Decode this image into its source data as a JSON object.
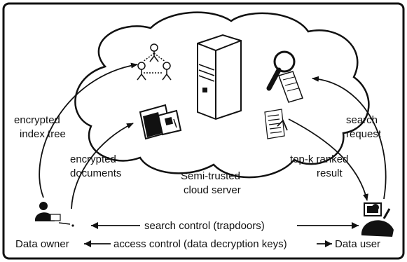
{
  "labels": {
    "encrypted_index_tree": [
      "encrypted",
      "index tree"
    ],
    "encrypted_documents": [
      "encrypted",
      "documents"
    ],
    "cloud_server": [
      "Semi-trusted",
      "cloud server"
    ],
    "search_request": [
      "search",
      "request"
    ],
    "topk_result": [
      "top-k ranked",
      "result"
    ],
    "data_owner": "Data owner",
    "data_user": "Data user",
    "search_control": "search control (trapdoors)",
    "access_control": "access control (data decryption keys)"
  },
  "icons": {
    "server": "server-icon",
    "index_tree": "tree-icon",
    "documents": "documents-icon",
    "search": "magnifier-icon",
    "result": "result-list-icon",
    "owner": "person-icon",
    "user": "person-at-computer-icon"
  },
  "colors": {
    "stroke": "#111111",
    "background": "#ffffff"
  }
}
